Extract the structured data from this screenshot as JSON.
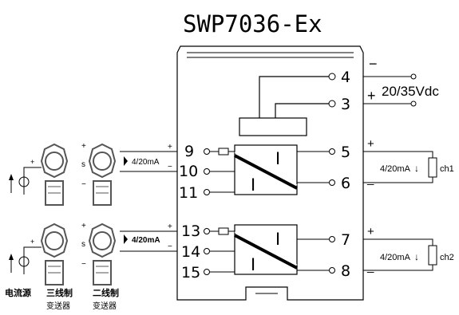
{
  "title": "SWP7036-Ex",
  "power": {
    "minus": "−",
    "plus": "+",
    "voltage": "20/35Vdc",
    "pin_minus": "4",
    "pin_plus": "3"
  },
  "channels": [
    {
      "name": "ch1",
      "input_pins": [
        "9",
        "10",
        "11"
      ],
      "output_pins": [
        "5",
        "6"
      ],
      "signal": "4/20mA",
      "out_plus": "+",
      "out_minus": "_",
      "in_plus": "+",
      "in_minus": "−",
      "transmitter_signal": "4/20mA"
    },
    {
      "name": "ch2",
      "input_pins": [
        "13",
        "14",
        "15"
      ],
      "output_pins": [
        "7",
        "8"
      ],
      "signal": "4/20mA",
      "out_plus": "+",
      "out_minus": "_",
      "in_plus": "+",
      "in_minus": "−",
      "transmitter_signal": "4/20mA"
    }
  ],
  "isolation_mark": "I",
  "terminal_labels": {
    "plus": "+",
    "s": "s",
    "minus": "−"
  },
  "sources": {
    "current_source": "电流源",
    "three_wire": [
      "三线制",
      "变送器"
    ],
    "two_wire": [
      "二线制",
      "变送器"
    ]
  }
}
